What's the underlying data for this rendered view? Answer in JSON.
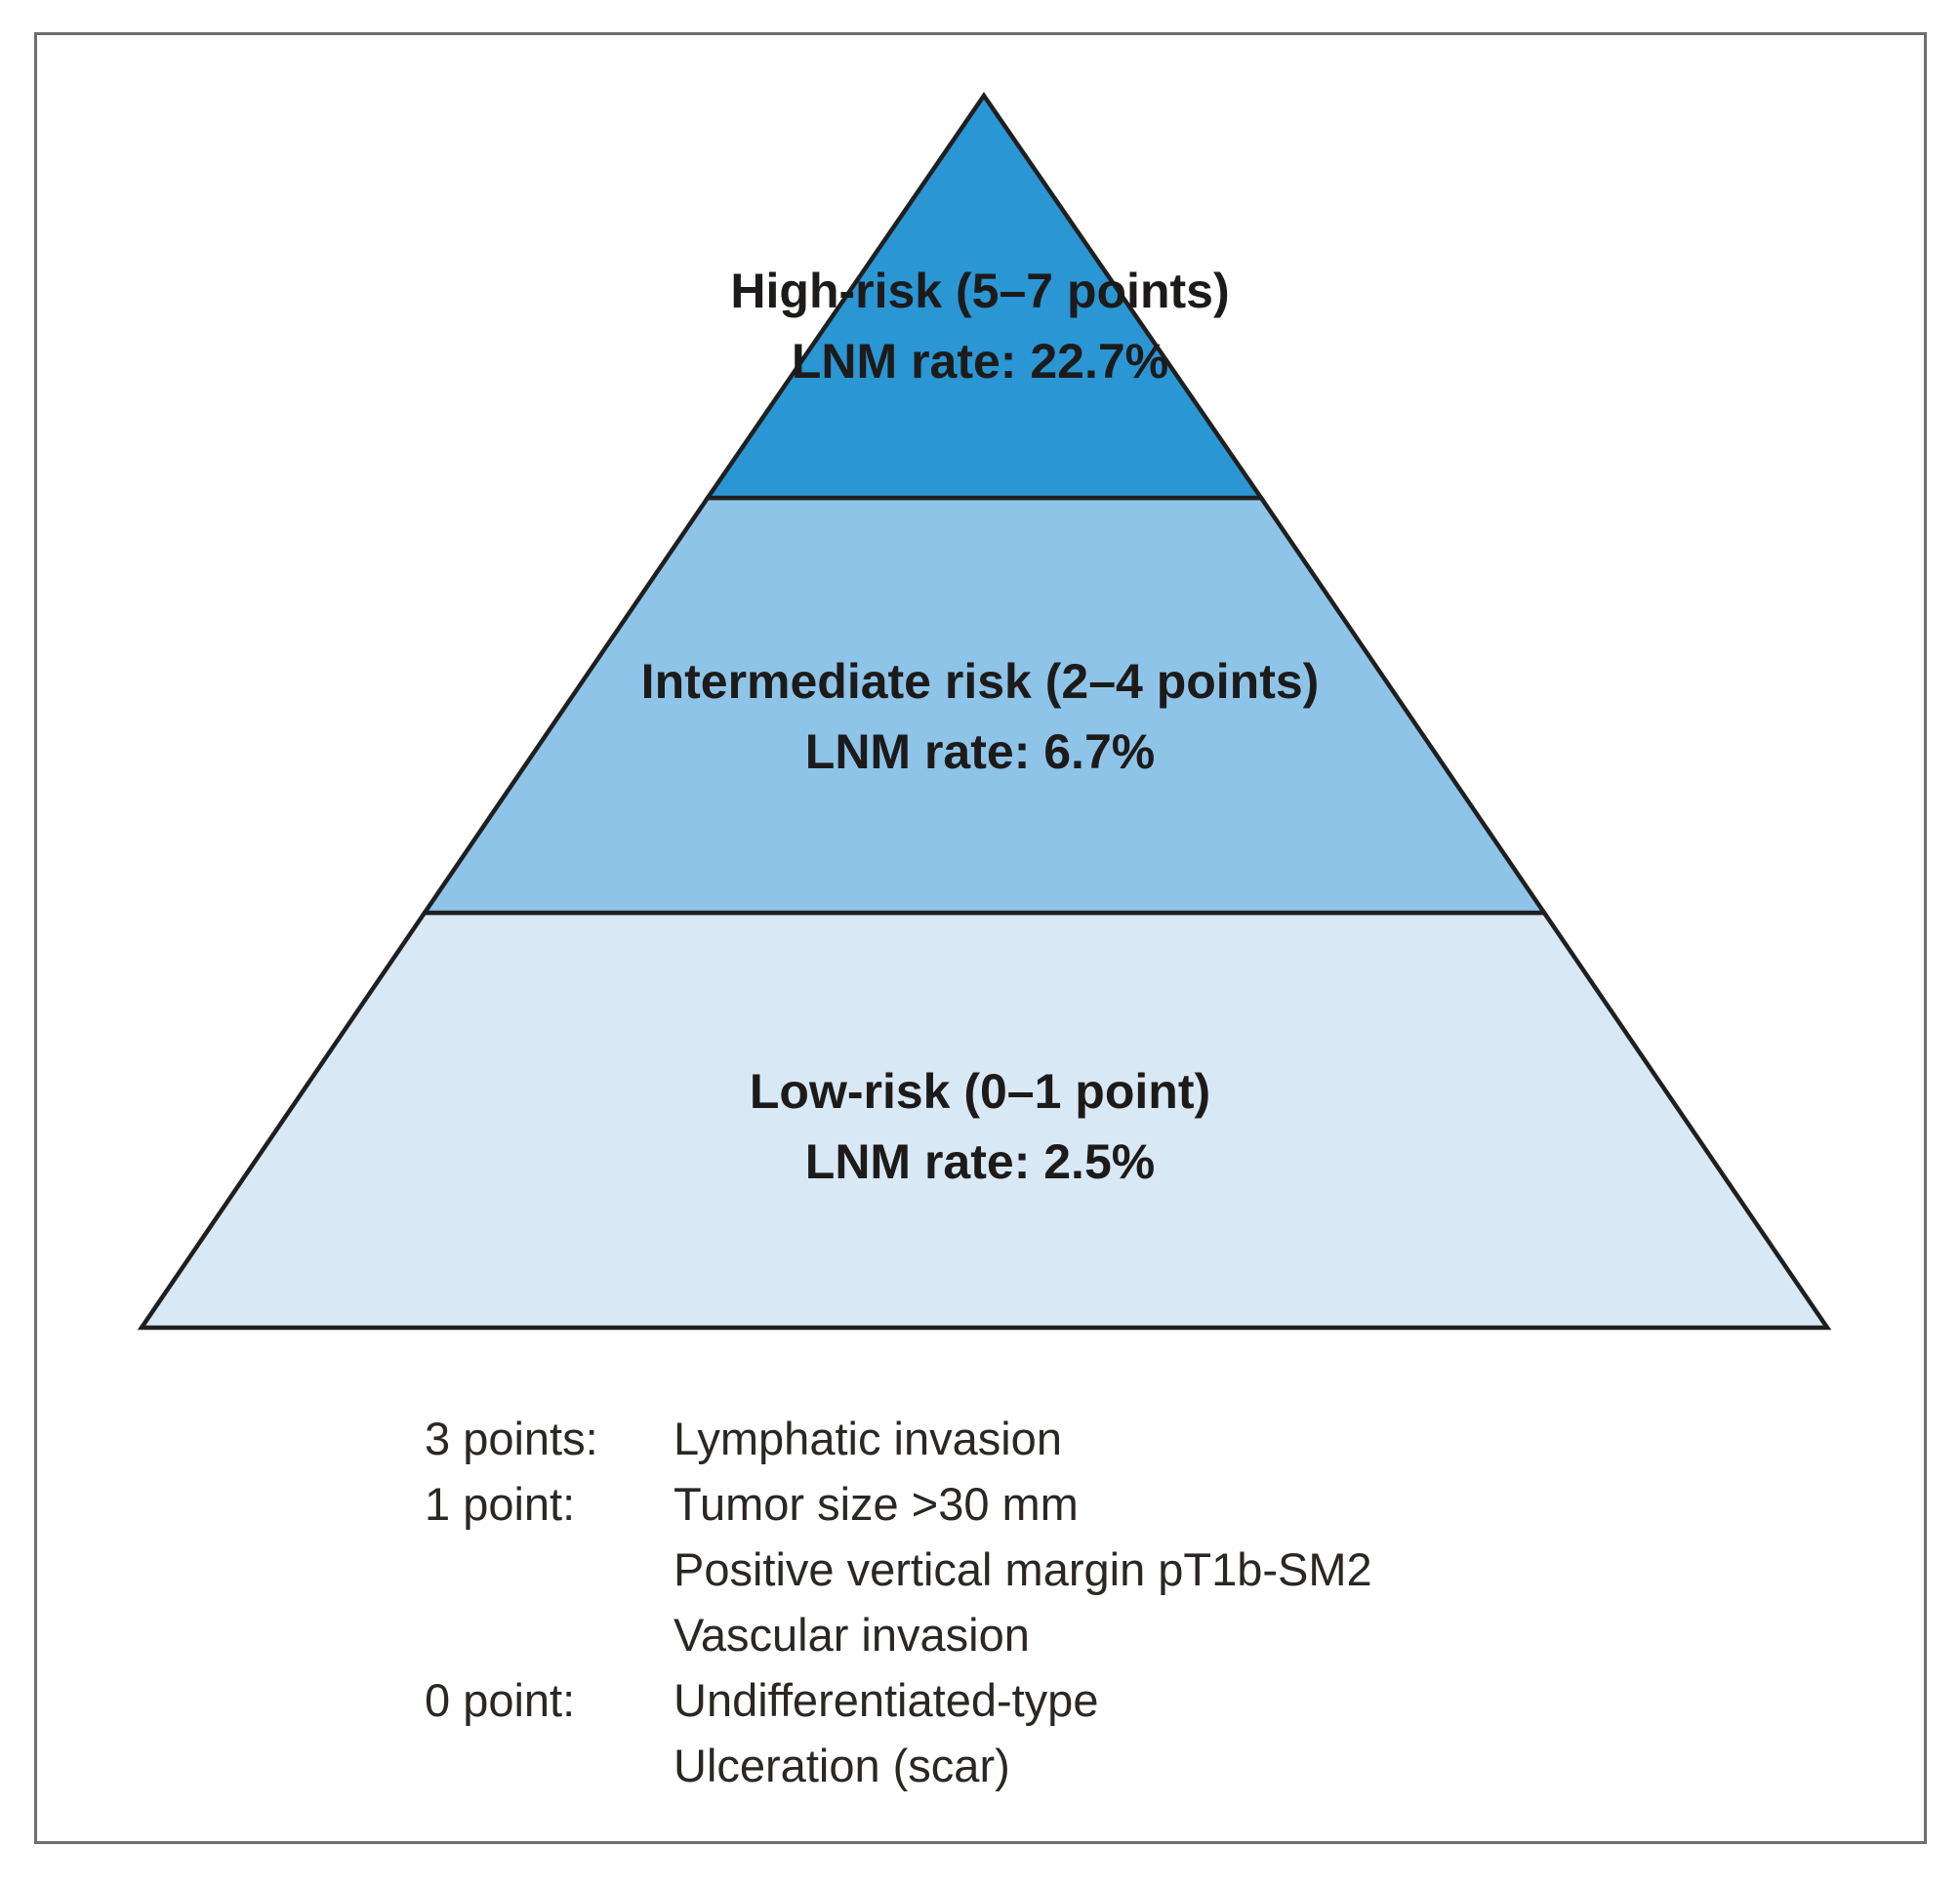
{
  "figure": {
    "background": "#ffffff",
    "border_color": "#6e6e6e",
    "text_color": "#1d1b1a"
  },
  "pyramid": {
    "stroke_color": "#1f1f1f",
    "tiers": [
      {
        "id": "high",
        "name": "High-risk (5–7 points)",
        "rate": "LNM rate: 22.7%",
        "color": "#2a96d4"
      },
      {
        "id": "intermediate",
        "name": "Intermediate risk (2–4 points)",
        "rate": "LNM rate: 6.7%",
        "color": "#8fc4e9"
      },
      {
        "id": "low",
        "name": "Low-risk (0–1 point)",
        "rate": "LNM rate: 2.5%",
        "color": "#d9e8f5"
      }
    ]
  },
  "legend": {
    "rows": [
      {
        "points": "3 points:",
        "text": "Lymphatic invasion"
      },
      {
        "points": "1 point:",
        "text": "Tumor size >30 mm"
      },
      {
        "points": "",
        "text": "Positive vertical margin pT1b-SM2"
      },
      {
        "points": "",
        "text": "Vascular invasion"
      },
      {
        "points": "0 point:",
        "text": "Undifferentiated-type"
      },
      {
        "points": "",
        "text": "Ulceration (scar)"
      }
    ]
  }
}
